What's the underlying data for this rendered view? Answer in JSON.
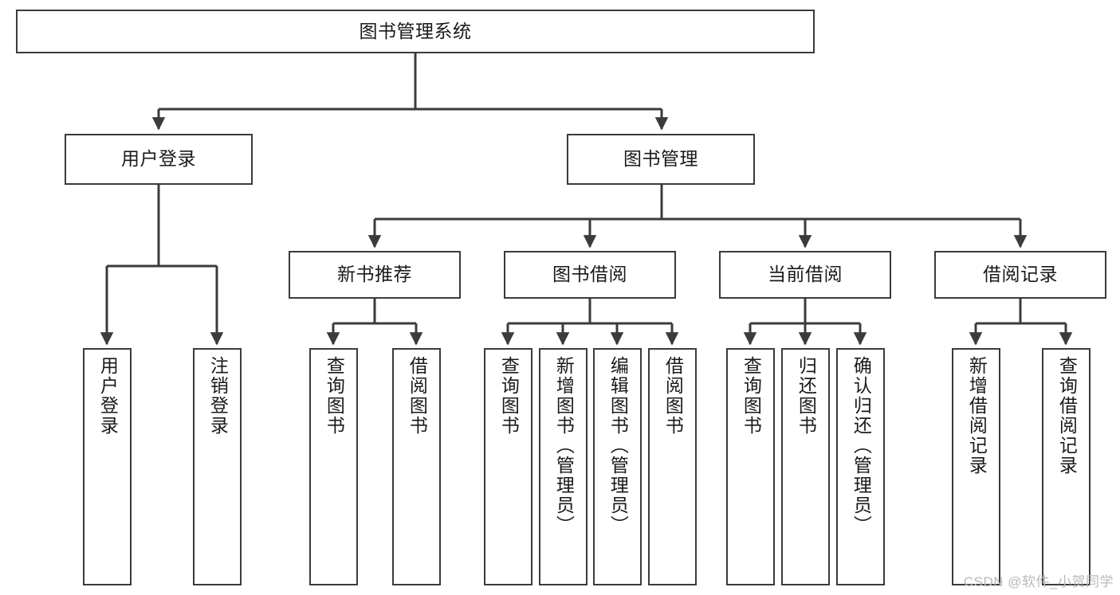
{
  "diagram": {
    "title": "图书管理系统",
    "watermark": "CSDN @软件_小贺同学",
    "colors": {
      "stroke": "#3b3b3b",
      "fill": "#ffffff",
      "text": "#1a1a1a",
      "watermark": "#b9b9b9"
    },
    "nodes": {
      "root": {
        "label": "图书管理系统"
      },
      "level2": [
        {
          "label": "用户登录"
        },
        {
          "label": "图书管理"
        }
      ],
      "level3": [
        {
          "label": "新书推荐"
        },
        {
          "label": "图书借阅"
        },
        {
          "label": "当前借阅"
        },
        {
          "label": "借阅记录"
        }
      ],
      "leaves": {
        "user_login": [
          {
            "label": "用户登录"
          },
          {
            "label": "注销登录"
          }
        ],
        "new_book": [
          {
            "label": "查询图书"
          },
          {
            "label": "借阅图书"
          }
        ],
        "book_borrow": [
          {
            "label": "查询图书"
          },
          {
            "label": "新增图书（管理员）"
          },
          {
            "label": "编辑图书（管理员）"
          },
          {
            "label": "借阅图书"
          }
        ],
        "current_borrow": [
          {
            "label": "查询图书"
          },
          {
            "label": "归还图书"
          },
          {
            "label": "确认归还（管理员）"
          }
        ],
        "borrow_record": [
          {
            "label": "新增借阅记录"
          },
          {
            "label": "查询借阅记录"
          }
        ]
      }
    }
  }
}
